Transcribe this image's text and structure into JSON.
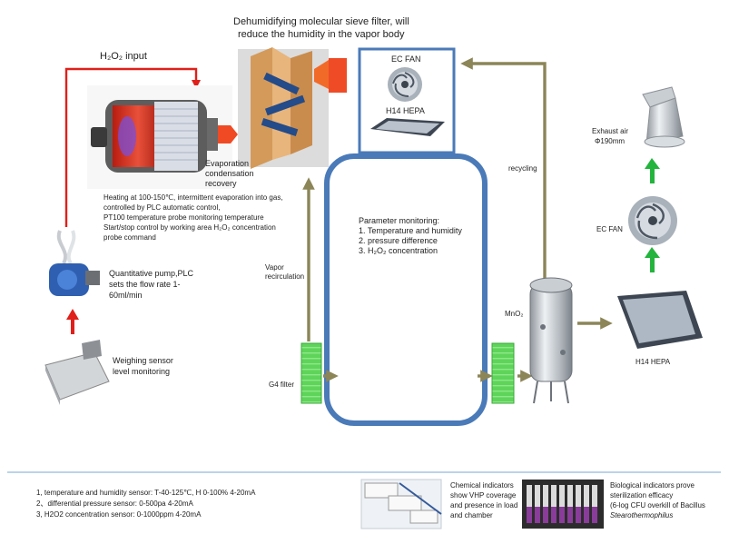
{
  "title": {
    "line1": "Dehumidifying molecular sieve filter, will",
    "line2": "reduce the humidity in the vapor body"
  },
  "labels": {
    "h2o2_input": "H₂O₂ input",
    "ec_fan_top": "EC FAN",
    "h14_hepa_top": "H14 HEPA",
    "evaporation_1": "Evaporation",
    "evaporation_2": "condensation",
    "evaporation_3": "recovery",
    "heating_1": "Heating at 100-150℃, intermittent evaporation into gas,",
    "heating_2": "controlled by PLC automatic control,",
    "heating_3": "PT100 temperature probe monitoring temperature",
    "heating_4": "Start/stop control by working area H₂O₂ concentration",
    "heating_5": "probe command",
    "recycling": "recycling",
    "exhaust_1": "Exhaust air",
    "exhaust_2": "Φ190mm",
    "ec_fan_right": "EC FAN",
    "param_title": "Parameter monitoring:",
    "param_1": "1. Temperature and humidity",
    "param_2": "2. pressure difference",
    "param_3": "3. H₂O₂ concentration",
    "vapor_1": "Vapor",
    "vapor_2": "recirculation",
    "pump_1": "Quantitative pump,PLC",
    "pump_2": "sets the flow rate 1-",
    "pump_3": "60ml/min",
    "mno2": "MnO₂",
    "h14_hepa_right": "H14 HEPA",
    "weighing_1": "Weighing sensor",
    "weighing_2": "level monitoring",
    "g4_filter": "G4 filter"
  },
  "footer": {
    "sensor_1": "1, temperature and humidity sensor: T-40-125℃, H 0-100% 4-20mA",
    "sensor_2": "2、differential pressure sensor: 0-500pa 4-20mA",
    "sensor_3": "3, H2O2 concentration sensor: 0-1000ppm 4-20mA",
    "chem_1": "Chemical indicators",
    "chem_2": "show VHP coverage",
    "chem_3": "and presence in load",
    "chem_4": "and chamber",
    "bio_1": "Biological indicators prove",
    "bio_2": "sterilization efficacy",
    "bio_3": "(6-log CFU overkill of Bacillus",
    "bio_4": "Stearothermophilus"
  },
  "colors": {
    "chamber_blue": "#4a7ab8",
    "duct_olive": "#8c8558",
    "input_red": "#e0201a",
    "exhaust_green": "#22b43c",
    "filter_green": "#5fd45a"
  }
}
